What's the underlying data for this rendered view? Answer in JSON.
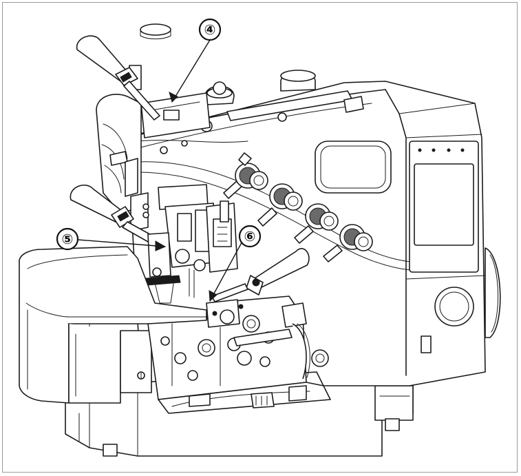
{
  "figure": {
    "subject": "overlock-sewing-machine",
    "line_color": "#1a1a1a",
    "background_color": "#ffffff",
    "frame_color": "#9a9a9a"
  },
  "callouts": [
    {
      "id": "callout-4",
      "label": "④"
    },
    {
      "id": "callout-5",
      "label": "⑤"
    },
    {
      "id": "callout-6",
      "label": "⑥"
    }
  ]
}
